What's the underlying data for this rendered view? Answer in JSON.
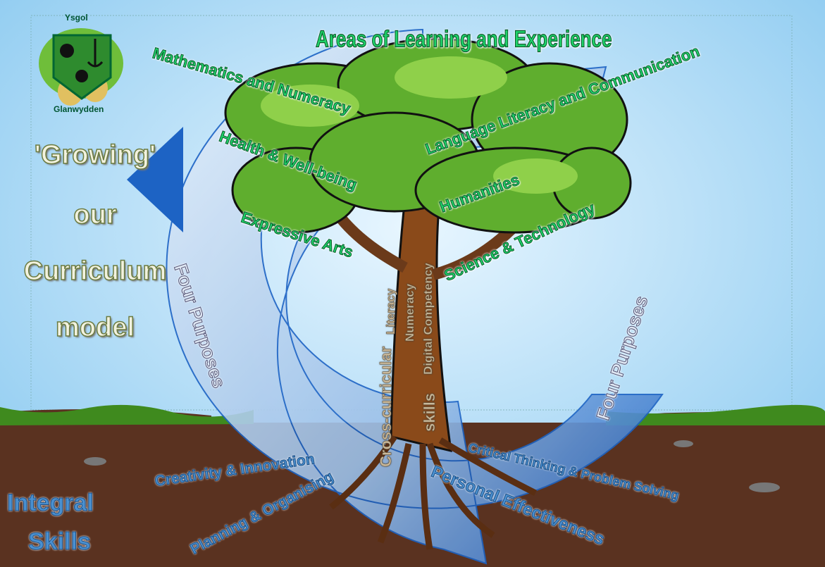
{
  "title_lines": [
    "'Growing'",
    "our",
    "Curriculum",
    "model"
  ],
  "logo": {
    "top": "Ysgol",
    "bottom": "Glanwydden"
  },
  "areas_heading": "Areas of Learning and Experience",
  "areas": {
    "maths": "Mathematics and Numeracy",
    "language": "Language Literacy and Communication",
    "health": "Health & Well-being",
    "humanities": "Humanities",
    "expressive": "Expressive Arts",
    "science": "Science & Technology"
  },
  "four_purposes_left": "Four Purposes",
  "four_purposes_right": "Four Purposes",
  "cross_curricular": {
    "literacy": "Literacy",
    "numeracy": "Numeracy",
    "digital": "Digital Competency",
    "label1": "Cross-curricular",
    "label2": "skills"
  },
  "integral": {
    "heading_line1": "Integral",
    "heading_line2": "Skills",
    "creativity": "Creativity & Innovation",
    "planning": "Planning & Organising",
    "critical": "Critical Thinking & Problem Solving",
    "personal": "Personal Effectiveness"
  },
  "colors": {
    "sky": "#9fd3f2",
    "soil": "#5a3220",
    "grass": "#3f8a1e",
    "arrow": "#1d63c4",
    "leaf": "#5fae2e"
  }
}
